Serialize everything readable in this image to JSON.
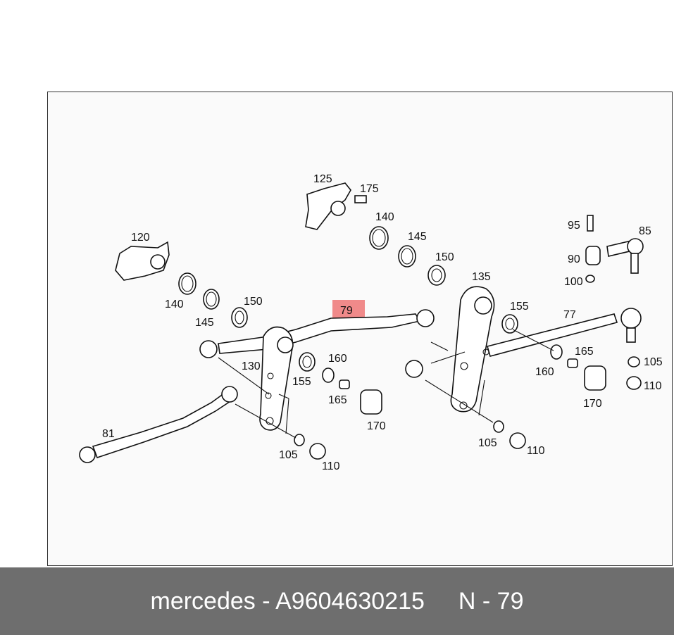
{
  "diagram": {
    "highlight_color": "#f08a8a",
    "labels": {
      "p79": "79",
      "p81": "81",
      "p77": "77",
      "p85": "85",
      "p90": "90",
      "p95": "95",
      "p100": "100",
      "p120": "120",
      "p125": "125",
      "p130": "130",
      "p135": "135",
      "p140a": "140",
      "p140b": "140",
      "p145a": "145",
      "p145b": "145",
      "p150a": "150",
      "p150b": "150",
      "p155a": "155",
      "p155b": "155",
      "p160a": "160",
      "p160b": "160",
      "p165a": "165",
      "p165b": "165",
      "p170a": "170",
      "p170b": "170",
      "p175": "175",
      "p105a": "105",
      "p105b": "105",
      "p105c": "105",
      "p110a": "110",
      "p110b": "110",
      "p110c": "110"
    }
  },
  "footer": {
    "brand_part": "mercedes - A9604630215",
    "ref": "N - 79"
  }
}
